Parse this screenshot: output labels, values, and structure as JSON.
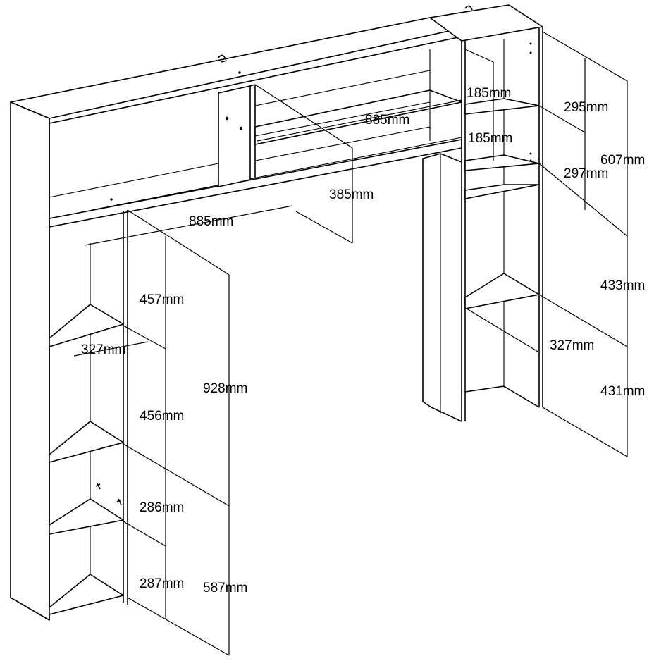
{
  "colors": {
    "line": "#000000",
    "background": "#ffffff"
  },
  "dimensions": {
    "top_shelf_upper_height": "185mm",
    "top_shelf_lower_height": "185mm",
    "top_inner_width": "885mm",
    "top_bridge_height": "385mm",
    "bridge_width": "885mm",
    "right_top_upper_height": "295mm",
    "right_top_lower_height": "297mm",
    "right_top_total_height": "607mm",
    "right_middle_height": "433mm",
    "right_depth": "327mm",
    "right_bottom_height": "431mm",
    "left_depth": "327mm",
    "left_shelf_1_height": "457mm",
    "left_shelf_2_height": "456mm",
    "left_upper_total_height": "928mm",
    "left_shelf_3_height": "286mm",
    "left_shelf_4_height": "287mm",
    "left_lower_total_height": "587mm"
  }
}
